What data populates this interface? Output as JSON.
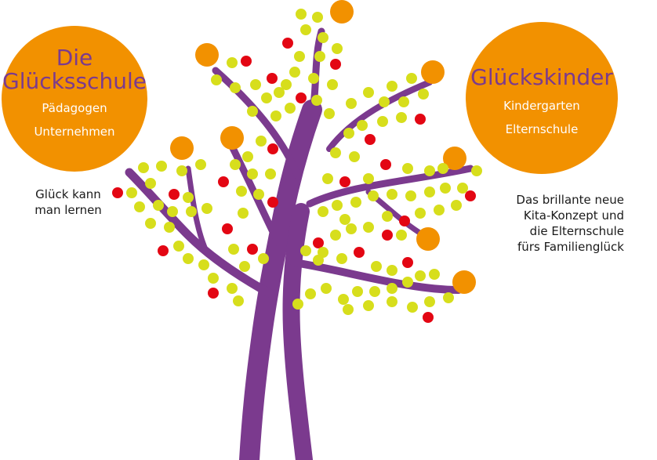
{
  "left_circle": {
    "title_line1": "Die",
    "title_line2": "Glücksschule",
    "line1": "Pädagogen",
    "line2": "Unternehmen"
  },
  "right_circle": {
    "title": "Glückskinder",
    "line1": "Kindergarten",
    "line2": "Elternschule"
  },
  "left_caption": {
    "line1": "Glück kann",
    "line2": "man lernen"
  },
  "right_caption": {
    "line1": "Das brillante neue",
    "line2": "Kita-Konzept und",
    "line3": "die Elternschule",
    "line4": "fürs Familienglück"
  },
  "colors": {
    "trunk": "#7B3A8E",
    "orange": "#F29100",
    "yellow_dot": "#D7DE1C",
    "red_dot": "#E30613",
    "text_dark": "#1a1a1a"
  },
  "icons": [
    "tree-illustration"
  ]
}
